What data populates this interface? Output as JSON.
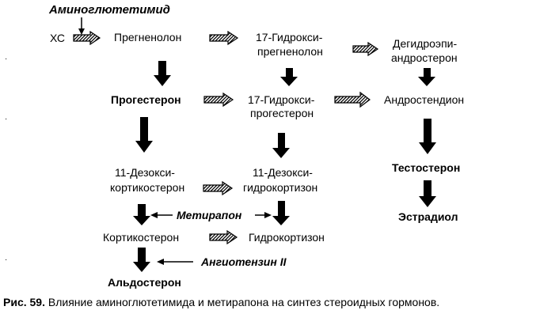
{
  "inhibitors": {
    "aminoglutethimide": "Аминоглютетимид",
    "metyrapone": "Метирапон",
    "angiotensin": "Ангиотензин II"
  },
  "nodes": {
    "xc": "ХС",
    "pregnenolone": "Прегненолон",
    "hydroxypregnenolone_1": "17-Гидрокси-",
    "hydroxypregnenolone_2": "прегненолон",
    "dhea_1": "Дегидроэпи-",
    "dhea_2": "андростерон",
    "progesterone": "Прогестерон",
    "hydroxyprogesterone_1": "17-Гидрокси-",
    "hydroxyprogesterone_2": "прогестерон",
    "androstenedione": "Андростендион",
    "deoxycorticosterone_1": "11-Дезокси-",
    "deoxycorticosterone_2": "кортикостерон",
    "deoxycortisol_1": "11-Дезокси-",
    "deoxycortisol_2": "гидрокортизон",
    "testosterone": "Тестостерон",
    "corticosterone": "Кортикостерон",
    "hydrocortisone": "Гидрокортизон",
    "estradiol": "Эстрадиол",
    "aldosterone": "Альдостерон"
  },
  "caption": {
    "label": "Рис. 59.",
    "text": " Влияние аминоглютетимида и метирапона на синтез стероидных гормонов."
  }
}
